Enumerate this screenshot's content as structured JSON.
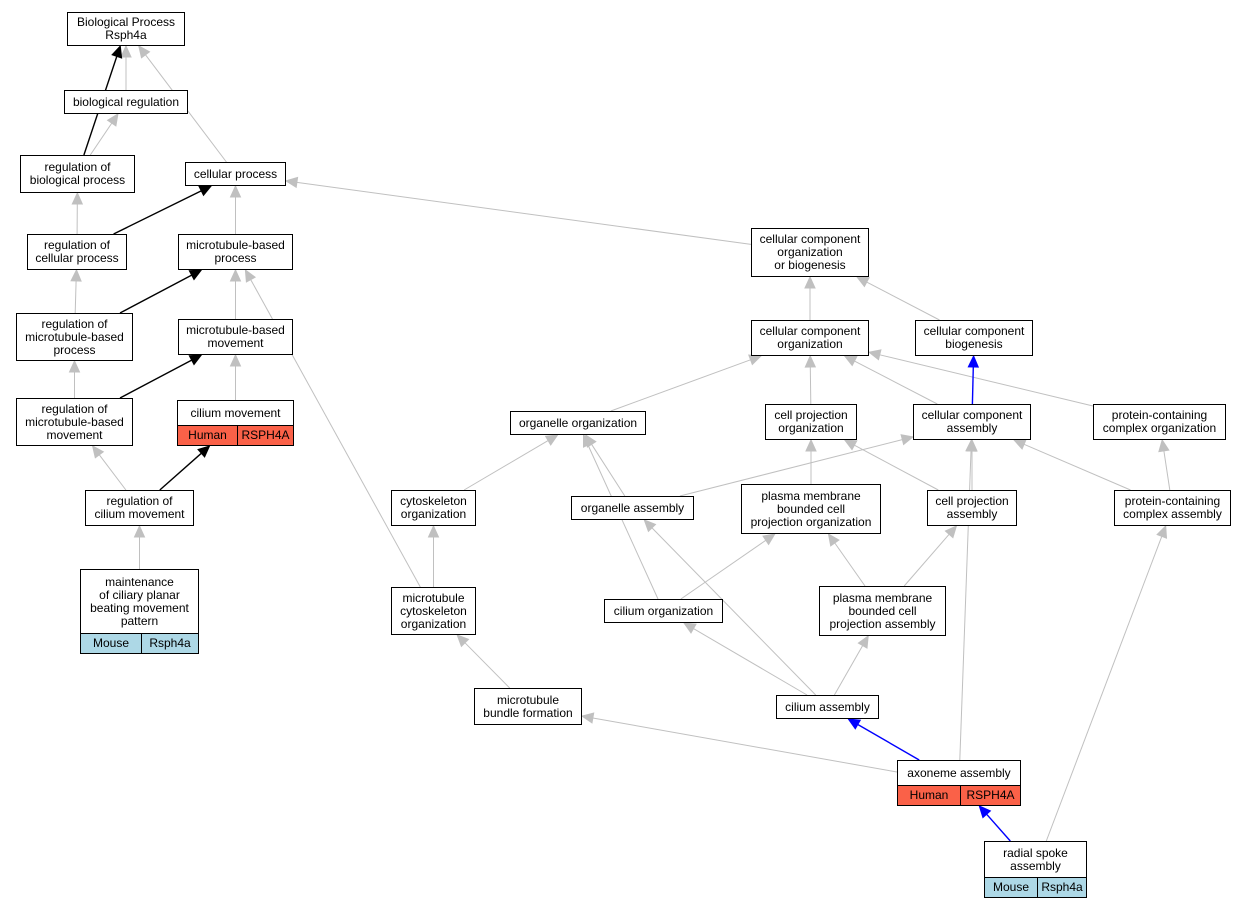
{
  "colors": {
    "gray_edge": "#c0c0c0",
    "black_edge": "#000000",
    "blue_edge": "#0000ff",
    "human": "#fa6148",
    "mouse": "#add8e6"
  },
  "nodes": [
    {
      "id": "bp",
      "label": "Biological Process\nRsph4a"
    },
    {
      "id": "breg",
      "label": "biological regulation"
    },
    {
      "id": "regbp",
      "label": "regulation of\nbiological process"
    },
    {
      "id": "cellproc",
      "label": "cellular process"
    },
    {
      "id": "regcp",
      "label": "regulation of\ncellular process"
    },
    {
      "id": "mtbp",
      "label": "microtubule-based\nprocess"
    },
    {
      "id": "regmtbp",
      "label": "regulation of\nmicrotubule-based\nprocess"
    },
    {
      "id": "mtbm",
      "label": "microtubule-based\nmovement"
    },
    {
      "id": "regmtbm",
      "label": "regulation of\nmicrotubule-based\nmovement"
    },
    {
      "id": "cilmov",
      "label": "cilium movement",
      "ann": {
        "species": "Human",
        "gene": "RSPH4A"
      }
    },
    {
      "id": "regcil",
      "label": "regulation of\ncilium movement"
    },
    {
      "id": "maint",
      "label": "maintenance\nof ciliary planar\nbeating movement\npattern",
      "ann": {
        "species": "Mouse",
        "gene": "Rsph4a"
      }
    },
    {
      "id": "ccob",
      "label": "cellular component\norganization\nor biogenesis"
    },
    {
      "id": "cco",
      "label": "cellular component\norganization"
    },
    {
      "id": "ccb",
      "label": "cellular component\nbiogenesis"
    },
    {
      "id": "orgorg",
      "label": "organelle organization"
    },
    {
      "id": "cpo",
      "label": "cell projection\norganization"
    },
    {
      "id": "cca",
      "label": "cellular component\nassembly"
    },
    {
      "id": "pcco",
      "label": "protein-containing\ncomplex organization"
    },
    {
      "id": "cyto",
      "label": "cytoskeleton\norganization"
    },
    {
      "id": "orga",
      "label": "organelle assembly"
    },
    {
      "id": "pmbcpo",
      "label": "plasma membrane\nbounded cell\nprojection organization"
    },
    {
      "id": "cpa",
      "label": "cell projection\nassembly"
    },
    {
      "id": "pcca",
      "label": "protein-containing\ncomplex assembly"
    },
    {
      "id": "mtco",
      "label": "microtubule\ncytoskeleton\norganization"
    },
    {
      "id": "cilorg",
      "label": "cilium organization"
    },
    {
      "id": "pmbcpa",
      "label": "plasma membrane\nbounded cell\nprojection assembly"
    },
    {
      "id": "mtbf",
      "label": "microtubule\nbundle formation"
    },
    {
      "id": "cilasm",
      "label": "cilium assembly"
    },
    {
      "id": "axo",
      "label": "axoneme assembly",
      "ann": {
        "species": "Human",
        "gene": "RSPH4A"
      }
    },
    {
      "id": "rsa",
      "label": "radial spoke\nassembly",
      "ann": {
        "species": "Mouse",
        "gene": "Rsph4a"
      }
    }
  ],
  "edges": [
    {
      "from": "breg",
      "to": "bp",
      "color": "gray"
    },
    {
      "from": "cellproc",
      "to": "bp",
      "color": "gray"
    },
    {
      "from": "regbp",
      "to": "bp",
      "color": "black"
    },
    {
      "from": "regbp",
      "to": "breg",
      "color": "gray"
    },
    {
      "from": "regcp",
      "to": "regbp",
      "color": "gray"
    },
    {
      "from": "regcp",
      "to": "cellproc",
      "color": "black"
    },
    {
      "from": "mtbp",
      "to": "cellproc",
      "color": "gray"
    },
    {
      "from": "ccob",
      "to": "cellproc",
      "color": "gray"
    },
    {
      "from": "regmtbp",
      "to": "regcp",
      "color": "gray"
    },
    {
      "from": "regmtbp",
      "to": "mtbp",
      "color": "black"
    },
    {
      "from": "mtbm",
      "to": "mtbp",
      "color": "gray"
    },
    {
      "from": "regmtbm",
      "to": "regmtbp",
      "color": "gray"
    },
    {
      "from": "regmtbm",
      "to": "mtbm",
      "color": "black"
    },
    {
      "from": "cilmov",
      "to": "mtbm",
      "color": "gray"
    },
    {
      "from": "regcil",
      "to": "regmtbm",
      "color": "gray"
    },
    {
      "from": "regcil",
      "to": "cilmov",
      "color": "black"
    },
    {
      "from": "maint",
      "to": "regcil",
      "color": "gray"
    },
    {
      "from": "cco",
      "to": "ccob",
      "color": "gray"
    },
    {
      "from": "ccb",
      "to": "ccob",
      "color": "gray"
    },
    {
      "from": "orgorg",
      "to": "cco",
      "color": "gray"
    },
    {
      "from": "cpo",
      "to": "cco",
      "color": "gray"
    },
    {
      "from": "cca",
      "to": "cco",
      "color": "gray"
    },
    {
      "from": "pcco",
      "to": "cco",
      "color": "gray"
    },
    {
      "from": "cca",
      "to": "ccb",
      "color": "blue"
    },
    {
      "from": "cyto",
      "to": "orgorg",
      "color": "gray"
    },
    {
      "from": "orga",
      "to": "orgorg",
      "color": "gray"
    },
    {
      "from": "orga",
      "to": "cca",
      "color": "gray"
    },
    {
      "from": "pmbcpo",
      "to": "cpo",
      "color": "gray"
    },
    {
      "from": "cpa",
      "to": "cpo",
      "color": "gray"
    },
    {
      "from": "cpa",
      "to": "cca",
      "color": "gray"
    },
    {
      "from": "pcca",
      "to": "pcco",
      "color": "gray"
    },
    {
      "from": "pcca",
      "to": "cca",
      "color": "gray"
    },
    {
      "from": "mtco",
      "to": "cyto",
      "color": "gray"
    },
    {
      "from": "mtco",
      "to": "mtbp",
      "color": "gray"
    },
    {
      "from": "cilorg",
      "to": "orgorg",
      "color": "gray"
    },
    {
      "from": "cilorg",
      "to": "pmbcpo",
      "color": "gray"
    },
    {
      "from": "pmbcpa",
      "to": "pmbcpo",
      "color": "gray"
    },
    {
      "from": "pmbcpa",
      "to": "cpa",
      "color": "gray"
    },
    {
      "from": "mtbf",
      "to": "mtco",
      "color": "gray"
    },
    {
      "from": "cilasm",
      "to": "cilorg",
      "color": "gray"
    },
    {
      "from": "cilasm",
      "to": "pmbcpa",
      "color": "gray"
    },
    {
      "from": "cilasm",
      "to": "orga",
      "color": "gray"
    },
    {
      "from": "axo",
      "to": "cilasm",
      "color": "blue"
    },
    {
      "from": "axo",
      "to": "mtbf",
      "color": "gray"
    },
    {
      "from": "axo",
      "to": "cca",
      "color": "gray"
    },
    {
      "from": "rsa",
      "to": "axo",
      "color": "blue"
    },
    {
      "from": "rsa",
      "to": "pcca",
      "color": "gray"
    }
  ]
}
